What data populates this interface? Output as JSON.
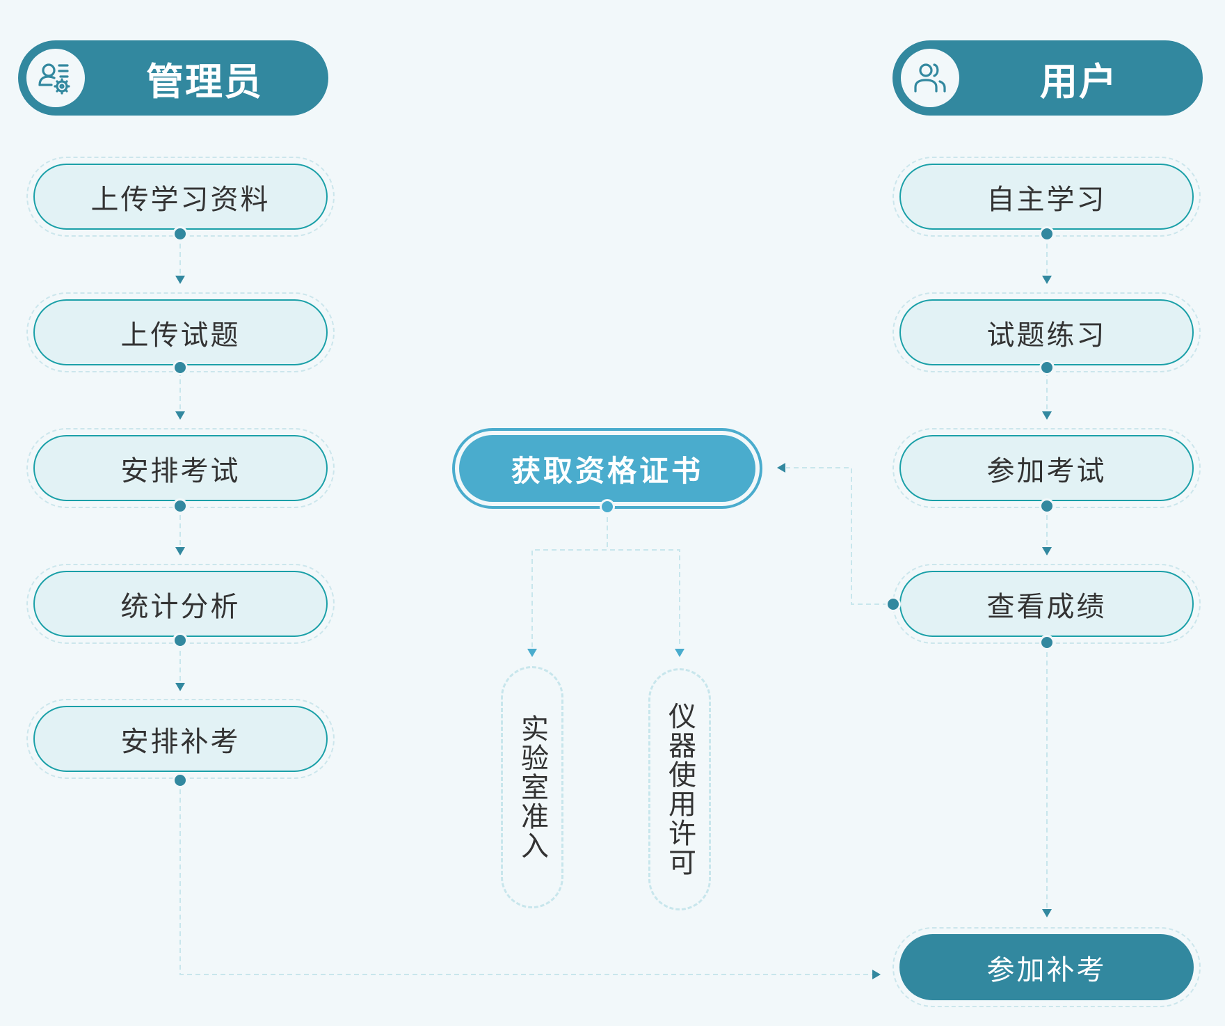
{
  "colors": {
    "background": "#f2f8fa",
    "primary": "#32889f",
    "accent": "#4aaccd",
    "step_fill": "#e2f2f5",
    "step_border": "#1ba0a8",
    "connector": "#c8e6ec",
    "text": "#333333"
  },
  "admin": {
    "title": "管理员",
    "icon": "admin-settings-icon",
    "steps": [
      {
        "label": "上传学习资料"
      },
      {
        "label": "上传试题"
      },
      {
        "label": "安排考试"
      },
      {
        "label": "统计分析"
      },
      {
        "label": "安排补考"
      }
    ]
  },
  "user": {
    "title": "用户",
    "icon": "users-icon",
    "steps": [
      {
        "label": "自主学习"
      },
      {
        "label": "试题练习"
      },
      {
        "label": "参加考试"
      },
      {
        "label": "查看成绩"
      },
      {
        "label": "参加补考"
      }
    ]
  },
  "center": {
    "title": "获取资格证书",
    "outcomes": [
      {
        "label": "实验室准入"
      },
      {
        "label": "仪器使用许可"
      }
    ]
  }
}
